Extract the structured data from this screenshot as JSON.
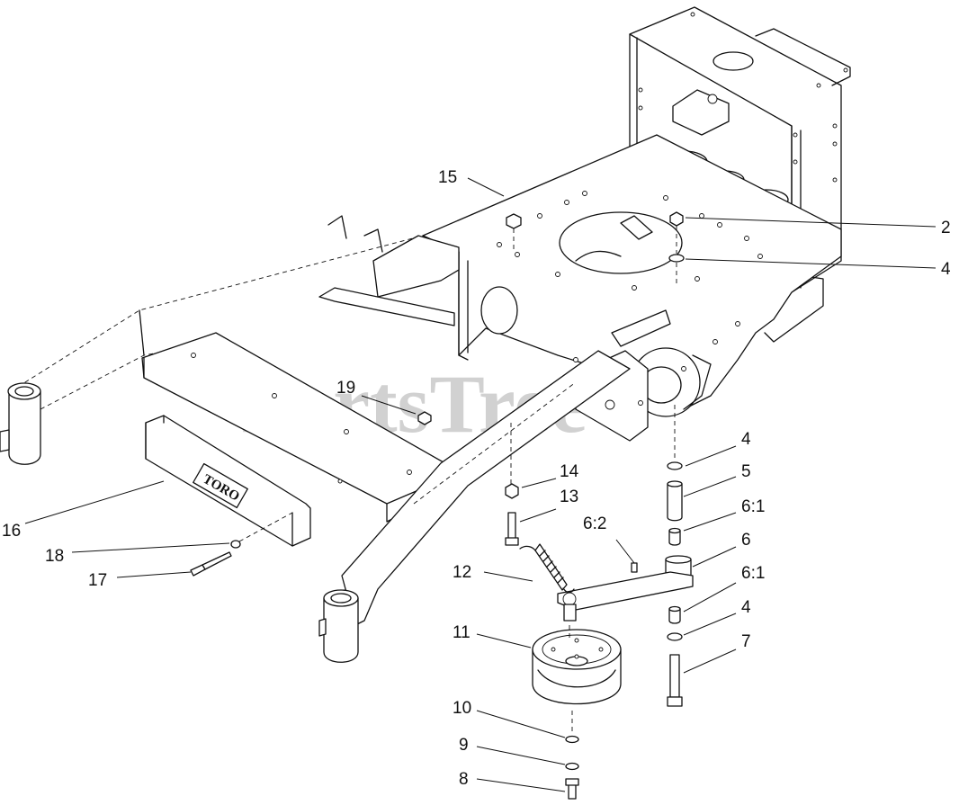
{
  "watermark": {
    "text": "PartsTree",
    "trademark": "™"
  },
  "logo": {
    "text": "TORO"
  },
  "callouts": [
    "15",
    "2",
    "4",
    "19",
    "4",
    "14",
    "5",
    "13",
    "6:2",
    "6:1",
    "6",
    "12",
    "6:1",
    "4",
    "11",
    "7",
    "10",
    "9",
    "8",
    "16",
    "18",
    "17"
  ]
}
